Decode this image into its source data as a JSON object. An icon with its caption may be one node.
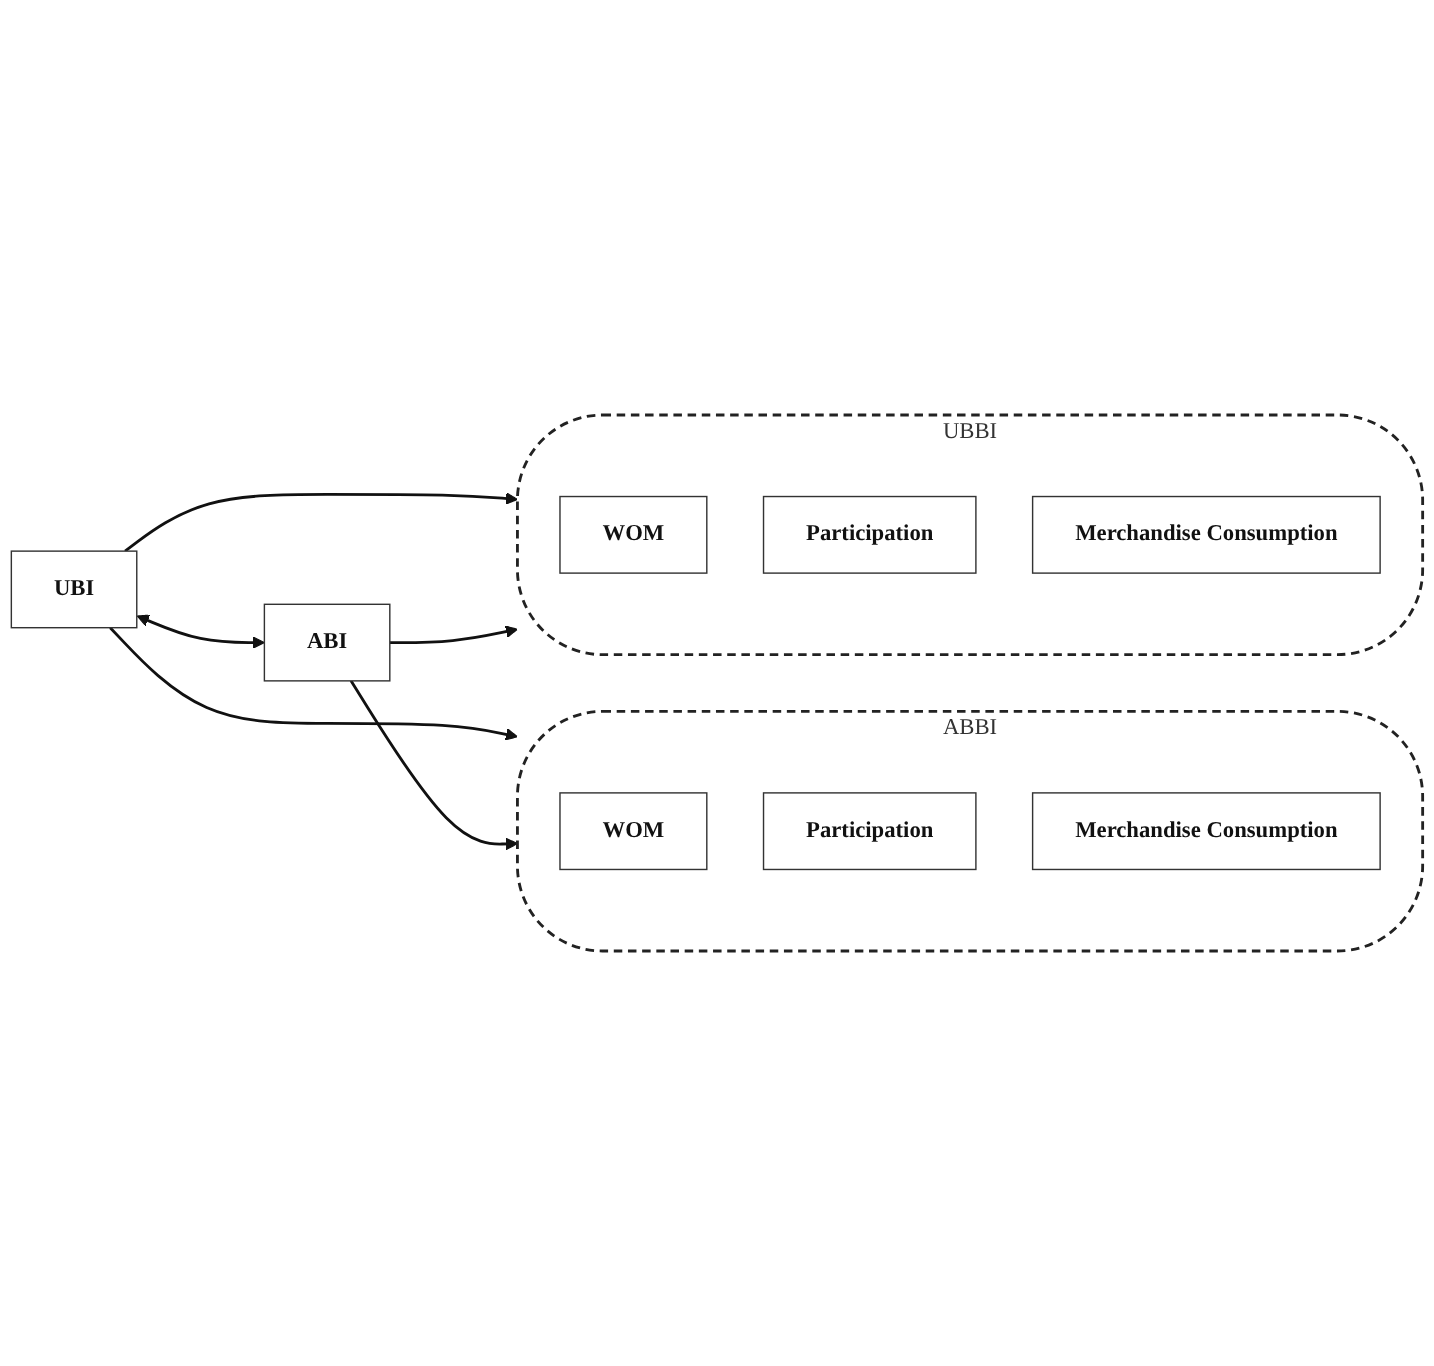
{
  "diagram": {
    "nodes": [
      {
        "text": [
          "UBI"
        ]
      },
      {
        "text": [
          "ABI"
        ]
      },
      {
        "text": [
          "UBBI"
        ]
      },
      {
        "text": [
          "WOM"
        ],
        "in": 2
      },
      {
        "text": [
          "Participation"
        ],
        "in": 2
      },
      {
        "text": [
          "Merchandise Consumption"
        ],
        "in": 2
      },
      {
        "text": [
          "ABBI"
        ]
      },
      {
        "text": [
          "WOM"
        ],
        "in": 6
      },
      {
        "text": [
          "Participation"
        ],
        "in": 6
      },
      {
        "text": [
          "Merchandise Consumption"
        ],
        "in": 6
      }
    ],
    "edges": [
      {
        "from": 0,
        "to": 2,
        "arrow": "to"
      },
      {
        "from": 0,
        "to": 6,
        "arrow": "to"
      },
      {
        "from": 0,
        "to": 1,
        "arrow": "both"
      },
      {
        "from": 1,
        "to": 2,
        "arrow": "to"
      },
      {
        "from": 1,
        "to": 6,
        "arrow": "to"
      }
    ]
  }
}
